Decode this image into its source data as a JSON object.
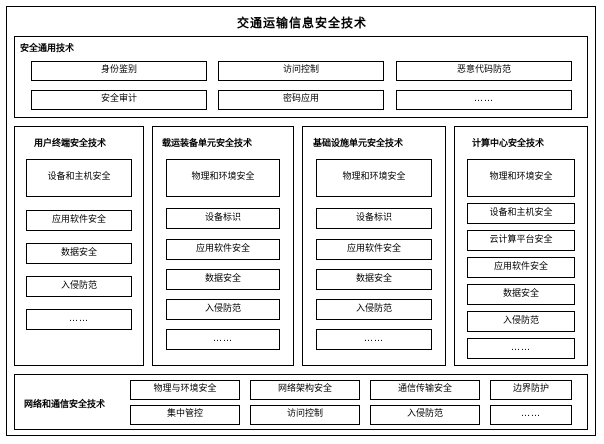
{
  "title": "交通运输信息安全技术",
  "sections": {
    "general": {
      "label": "安全通用技术",
      "row1": [
        "身份鉴别",
        "访问控制",
        "恶意代码防范"
      ],
      "row2": [
        "安全审计",
        "密码应用",
        "……"
      ]
    },
    "terminal": {
      "label": "用户终端安全技术",
      "items": [
        "设备和主机安全",
        "应用软件安全",
        "数据安全",
        "入侵防范",
        "……"
      ]
    },
    "vehicle": {
      "label": "载运装备单元安全技术",
      "items": [
        "物理和环境安全",
        "设备标识",
        "应用软件安全",
        "数据安全",
        "入侵防范",
        "……"
      ]
    },
    "infrastructure": {
      "label": "基础设施单元安全技术",
      "items": [
        "物理和环境安全",
        "设备标识",
        "应用软件安全",
        "数据安全",
        "入侵防范",
        "……"
      ]
    },
    "datacenter": {
      "label": "计算中心安全技术",
      "items": [
        "物理和环境安全",
        "设备和主机安全",
        "云计算平台安全",
        "应用软件安全",
        "数据安全",
        "入侵防范",
        "……"
      ]
    },
    "network": {
      "label": "网络和通信安全技术",
      "row1": [
        "物理与环境安全",
        "网络架构安全",
        "通信传输安全",
        "边界防护"
      ],
      "row2": [
        "集中管控",
        "访问控制",
        "入侵防范",
        "……"
      ]
    }
  }
}
